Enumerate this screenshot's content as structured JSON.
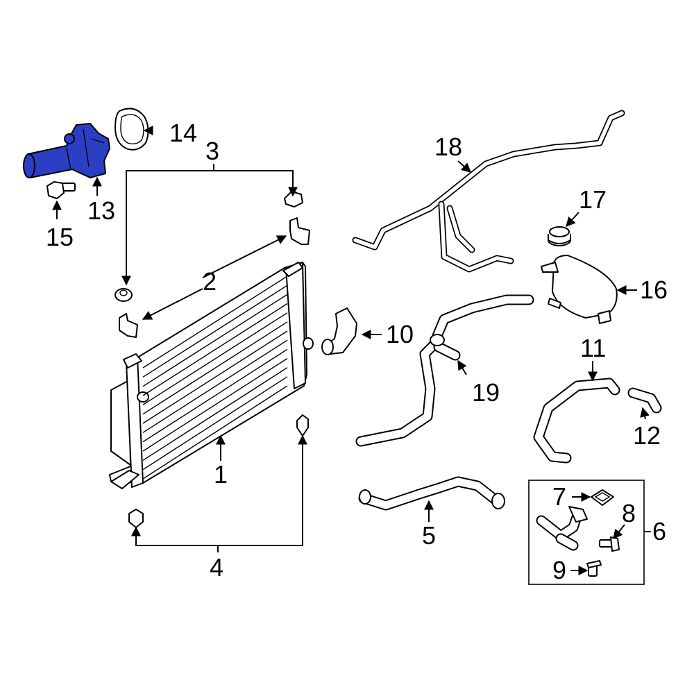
{
  "diagram": {
    "highlight_color": "#2b3fc4",
    "highlighted_part": "13",
    "callouts": {
      "c1": "1",
      "c2": "2",
      "c3": "3",
      "c4": "4",
      "c5": "5",
      "c6": "6",
      "c7": "7",
      "c8": "8",
      "c9": "9",
      "c10": "10",
      "c11": "11",
      "c12": "12",
      "c13": "13",
      "c14": "14",
      "c15": "15",
      "c16": "16",
      "c17": "17",
      "c18": "18",
      "c19": "19"
    }
  }
}
